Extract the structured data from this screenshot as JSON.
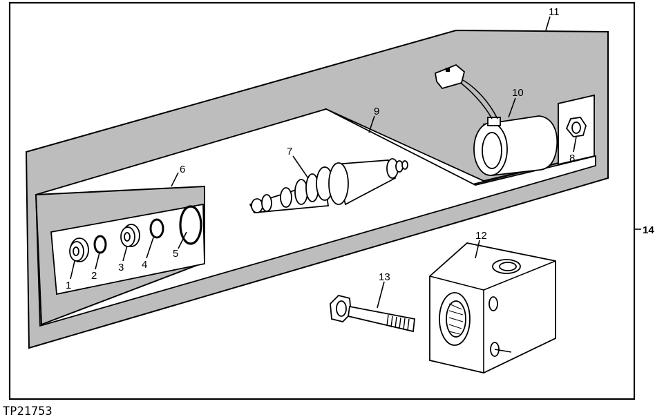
{
  "figure_id": "TP21753",
  "callouts": {
    "c1": "1",
    "c2": "2",
    "c3": "3",
    "c4": "4",
    "c5": "5",
    "c6": "6",
    "c7": "7",
    "c8": "8",
    "c9": "9",
    "c10": "10",
    "c11": "11",
    "c12": "12",
    "c13": "13",
    "c14": "14"
  },
  "colors": {
    "panel_fill": "#bdbdbd",
    "line": "#000000",
    "background": "#ffffff"
  }
}
